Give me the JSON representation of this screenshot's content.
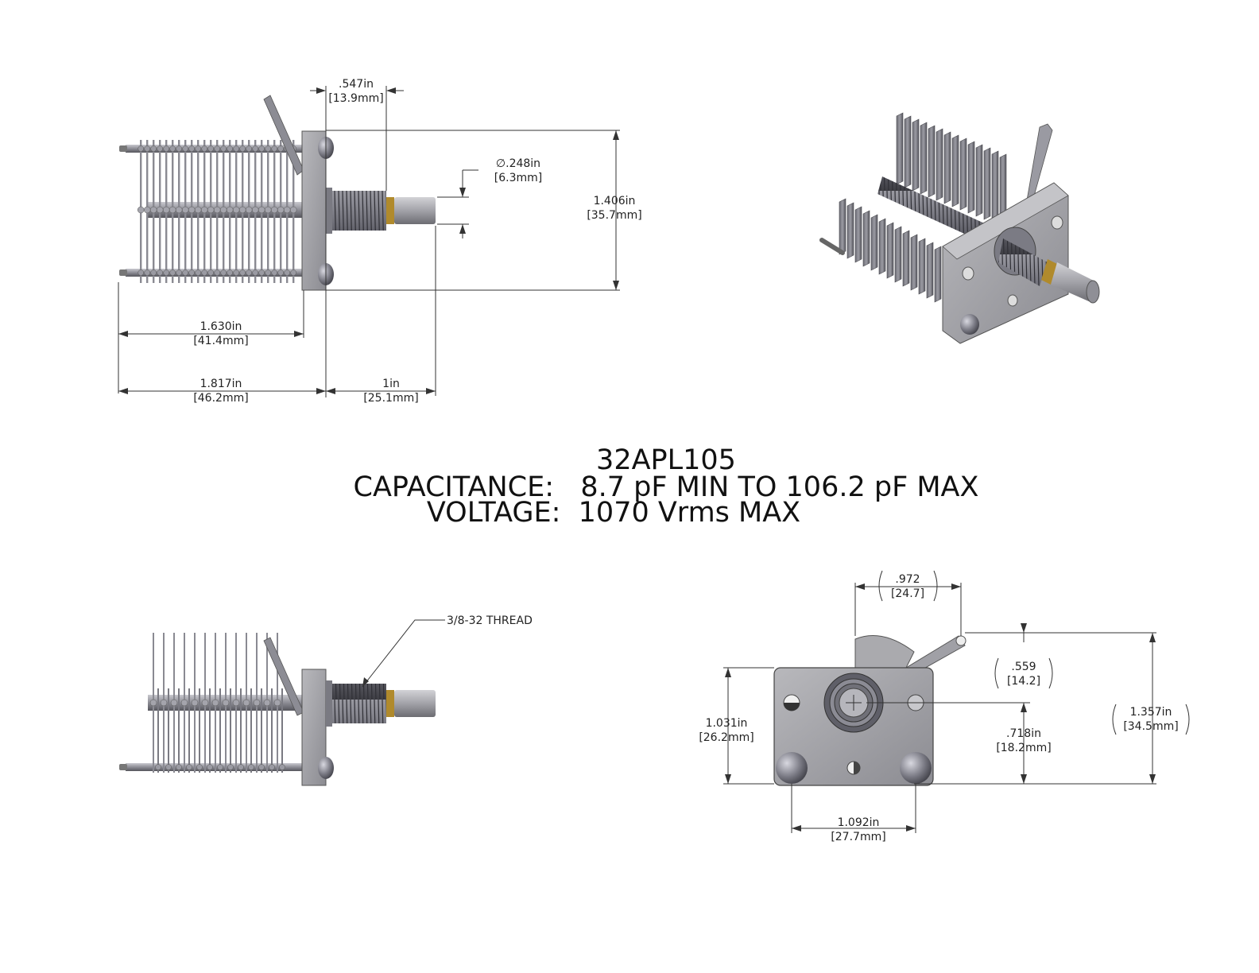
{
  "part_number": "32APL105",
  "specs": {
    "capacitance": "CAPACITANCE:   8.7 pF MIN TO 106.2 pF MAX",
    "voltage": "VOLTAGE:  1070 Vrms MAX"
  },
  "side_view": {
    "panel_thickness": ".547in",
    "panel_thickness_mm": "[13.9mm]",
    "shaft_dia": "∅.248in",
    "shaft_dia_mm": "[6.3mm]",
    "height": "1.406in",
    "height_mm": "[35.7mm]",
    "body_len": "1.630in",
    "body_len_mm": "[41.4mm]",
    "overall_len": "1.817in",
    "overall_len_mm": "[46.2mm]",
    "shaft_len": "1in",
    "shaft_len_mm": "[25.1mm]"
  },
  "lower_side_view": {
    "thread_callout": "3/8-32 THREAD"
  },
  "front_view": {
    "lug_offset": ".972",
    "lug_offset_mm": "[24.7]",
    "lug_height": ".559",
    "lug_height_mm": "[14.2]",
    "overall_height": "1.357in",
    "overall_height_mm": "[34.5mm]",
    "plate_height": "1.031in",
    "plate_height_mm": "[26.2mm]",
    "shaft_center": ".718in",
    "shaft_center_mm": "[18.2mm]",
    "hole_spacing": "1.092in",
    "hole_spacing_mm": "[27.7mm]"
  },
  "colors": {
    "metal": "#9a9aa2",
    "metal_dark": "#5e5e66",
    "plate": "#a9a9ad",
    "brass": "#b08a2c",
    "line": "#333333"
  }
}
